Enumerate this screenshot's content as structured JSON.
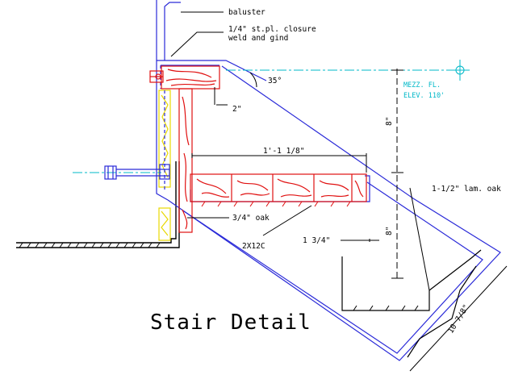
{
  "title": "Stair Detail",
  "labels": {
    "baluster": "baluster",
    "closure_1": "1/4\" st.pl. closure",
    "closure_2": "weld and gind",
    "angle": "35°",
    "mezz_1": "MEZZ. FL.",
    "mezz_2": "ELEV. 110'",
    "dim_2": "2\"",
    "dim_span": "1'-1 1/8\"",
    "dim_8_upper": "8\"",
    "dim_8_lower": "8\"",
    "lam_oak": "1-1/2\" lam. oak",
    "oak_3_4": "3/4\" oak",
    "channel": "2X12C",
    "dim_1_3_4": "1 3/4\"",
    "dim_10_7_8": "10 7/8\""
  },
  "colors": {
    "steel": "#2a2ad8",
    "wood": "#e01010",
    "leader": "#000000",
    "centerline": "#00b8c8",
    "shim": "#e8d800"
  }
}
